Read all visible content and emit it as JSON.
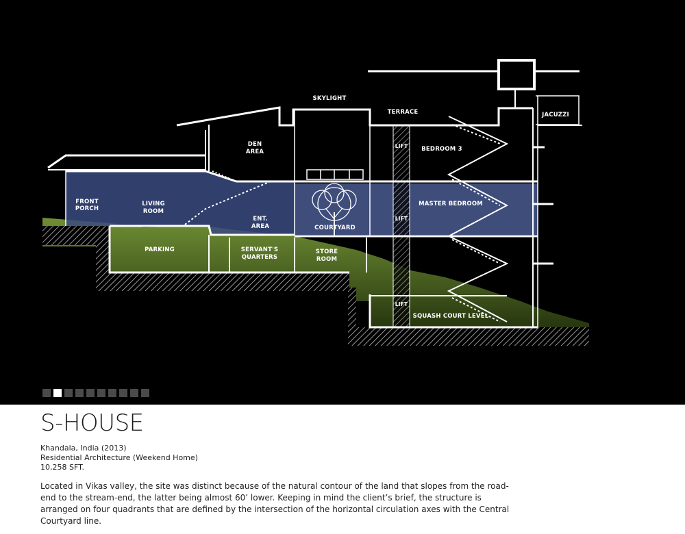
{
  "project": {
    "title": "S-HOUSE",
    "location": "Khandala, India (2013)",
    "category": "Residential Architecture (Weekend Home)",
    "area": "10,258 SFT.",
    "description": "Located in Vikas valley, the site was distinct because of the natural contour of the land that slopes from the road-end to the stream-end, the latter being almost 60’ lower. Keeping in mind the client’s brief, the structure is arranged on four quadrants that are defined by the intersection of the horizontal circulation axes with the Central Courtyard line."
  },
  "drawing": {
    "labels": {
      "front_porch_1": "FRONT",
      "front_porch_2": "PORCH",
      "living_room_1": "LIVING",
      "living_room_2": "ROOM",
      "den_area_1": "DEN",
      "den_area_2": "AREA",
      "ent_area_1": "ENT.",
      "ent_area_2": "AREA",
      "skylight": "SKYLIGHT",
      "terrace": "TERRACE",
      "courtyard": "COURTYARD",
      "lift": "LIFT",
      "bedroom_3": "BEDROOM 3",
      "master_bedroom": "MASTER BEDROOM",
      "jacuzzi": "JACUZZI",
      "parking": "PARKING",
      "servants_quarters_1": "SERVANT'S",
      "servants_quarters_2": "QUARTERS",
      "store_room_1": "STORE",
      "store_room_2": "ROOM",
      "squash_court": "SQUASH COURT LEVEL"
    }
  },
  "slideshow": {
    "total": 10,
    "active_index": 1
  },
  "colors": {
    "background": "#000000",
    "highlight_band": "#3a4a80",
    "ground": "#5c7a2a",
    "walls": "#ffffff"
  }
}
